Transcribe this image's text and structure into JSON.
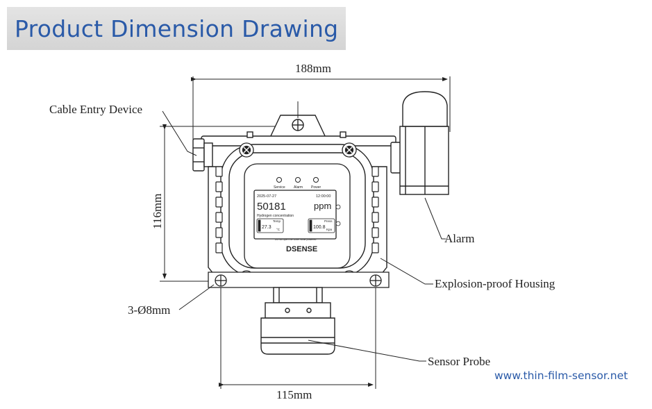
{
  "title": "Product Dimension Drawing",
  "dimensions": {
    "width_top": "188mm",
    "height": "116mm",
    "width_bottom": "115mm",
    "holes": "3-Ø8mm"
  },
  "labels": {
    "cable_entry": "Cable Entry Device",
    "alarm": "Alarm",
    "housing": "Explosion-proof Housing",
    "sensor_probe": "Sensor Probe"
  },
  "display": {
    "led_service": "Service",
    "led_alarm": "Alarm",
    "led_power": "Power",
    "date": "2025-07-27",
    "time": "12:00:00",
    "reading": "50181",
    "unit": "ppm",
    "gas": "Hydrogen concentration",
    "temp_label": "Temp",
    "temp_value": "27.3",
    "temp_unit": "°C",
    "press_label": "Press",
    "press_value": "100.8",
    "press_unit": "Kpa",
    "warning": "Do not open the cover while powered",
    "brand": "DSENSE"
  },
  "website": "www.thin-film-sensor.net",
  "colors": {
    "title_blue": "#2a5aa8",
    "line": "#222222"
  }
}
